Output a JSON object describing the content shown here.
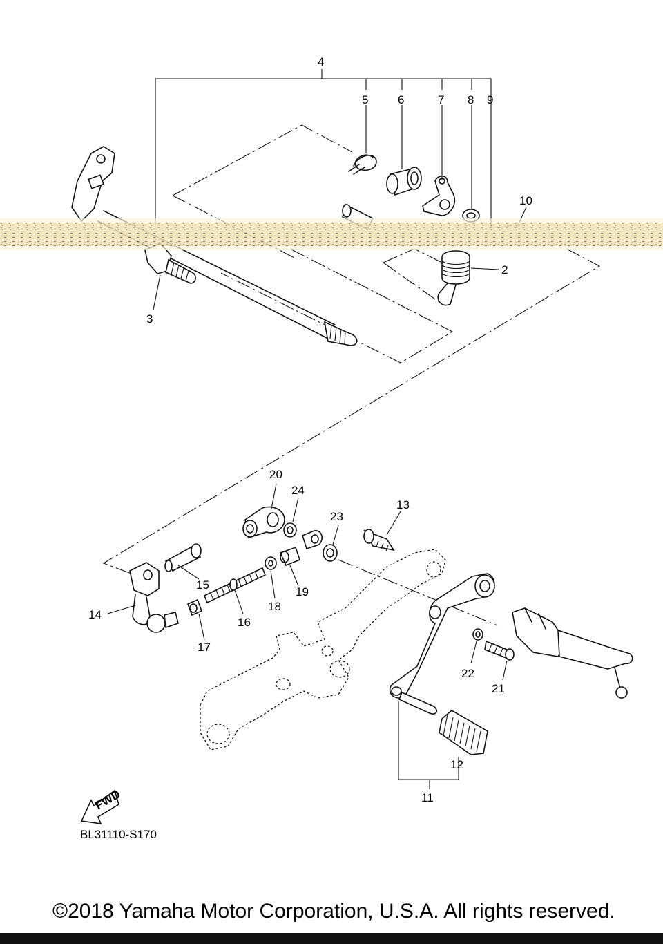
{
  "callouts": {
    "c2": "2",
    "c3": "3",
    "c4": "4",
    "c5": "5",
    "c6": "6",
    "c7": "7",
    "c8": "8",
    "c9": "9",
    "c10": "10",
    "c11": "11",
    "c12": "12",
    "c13": "13",
    "c14": "14",
    "c15": "15",
    "c16": "16",
    "c17": "17",
    "c18": "18",
    "c19": "19",
    "c20": "20",
    "c21": "21",
    "c22": "22",
    "c23": "23",
    "c24": "24"
  },
  "fwd_label": "FWD",
  "diagram_code": "BL31110-S170",
  "copyright": "©2018 Yamaha Motor Corporation, U.S.A. All rights reserved."
}
